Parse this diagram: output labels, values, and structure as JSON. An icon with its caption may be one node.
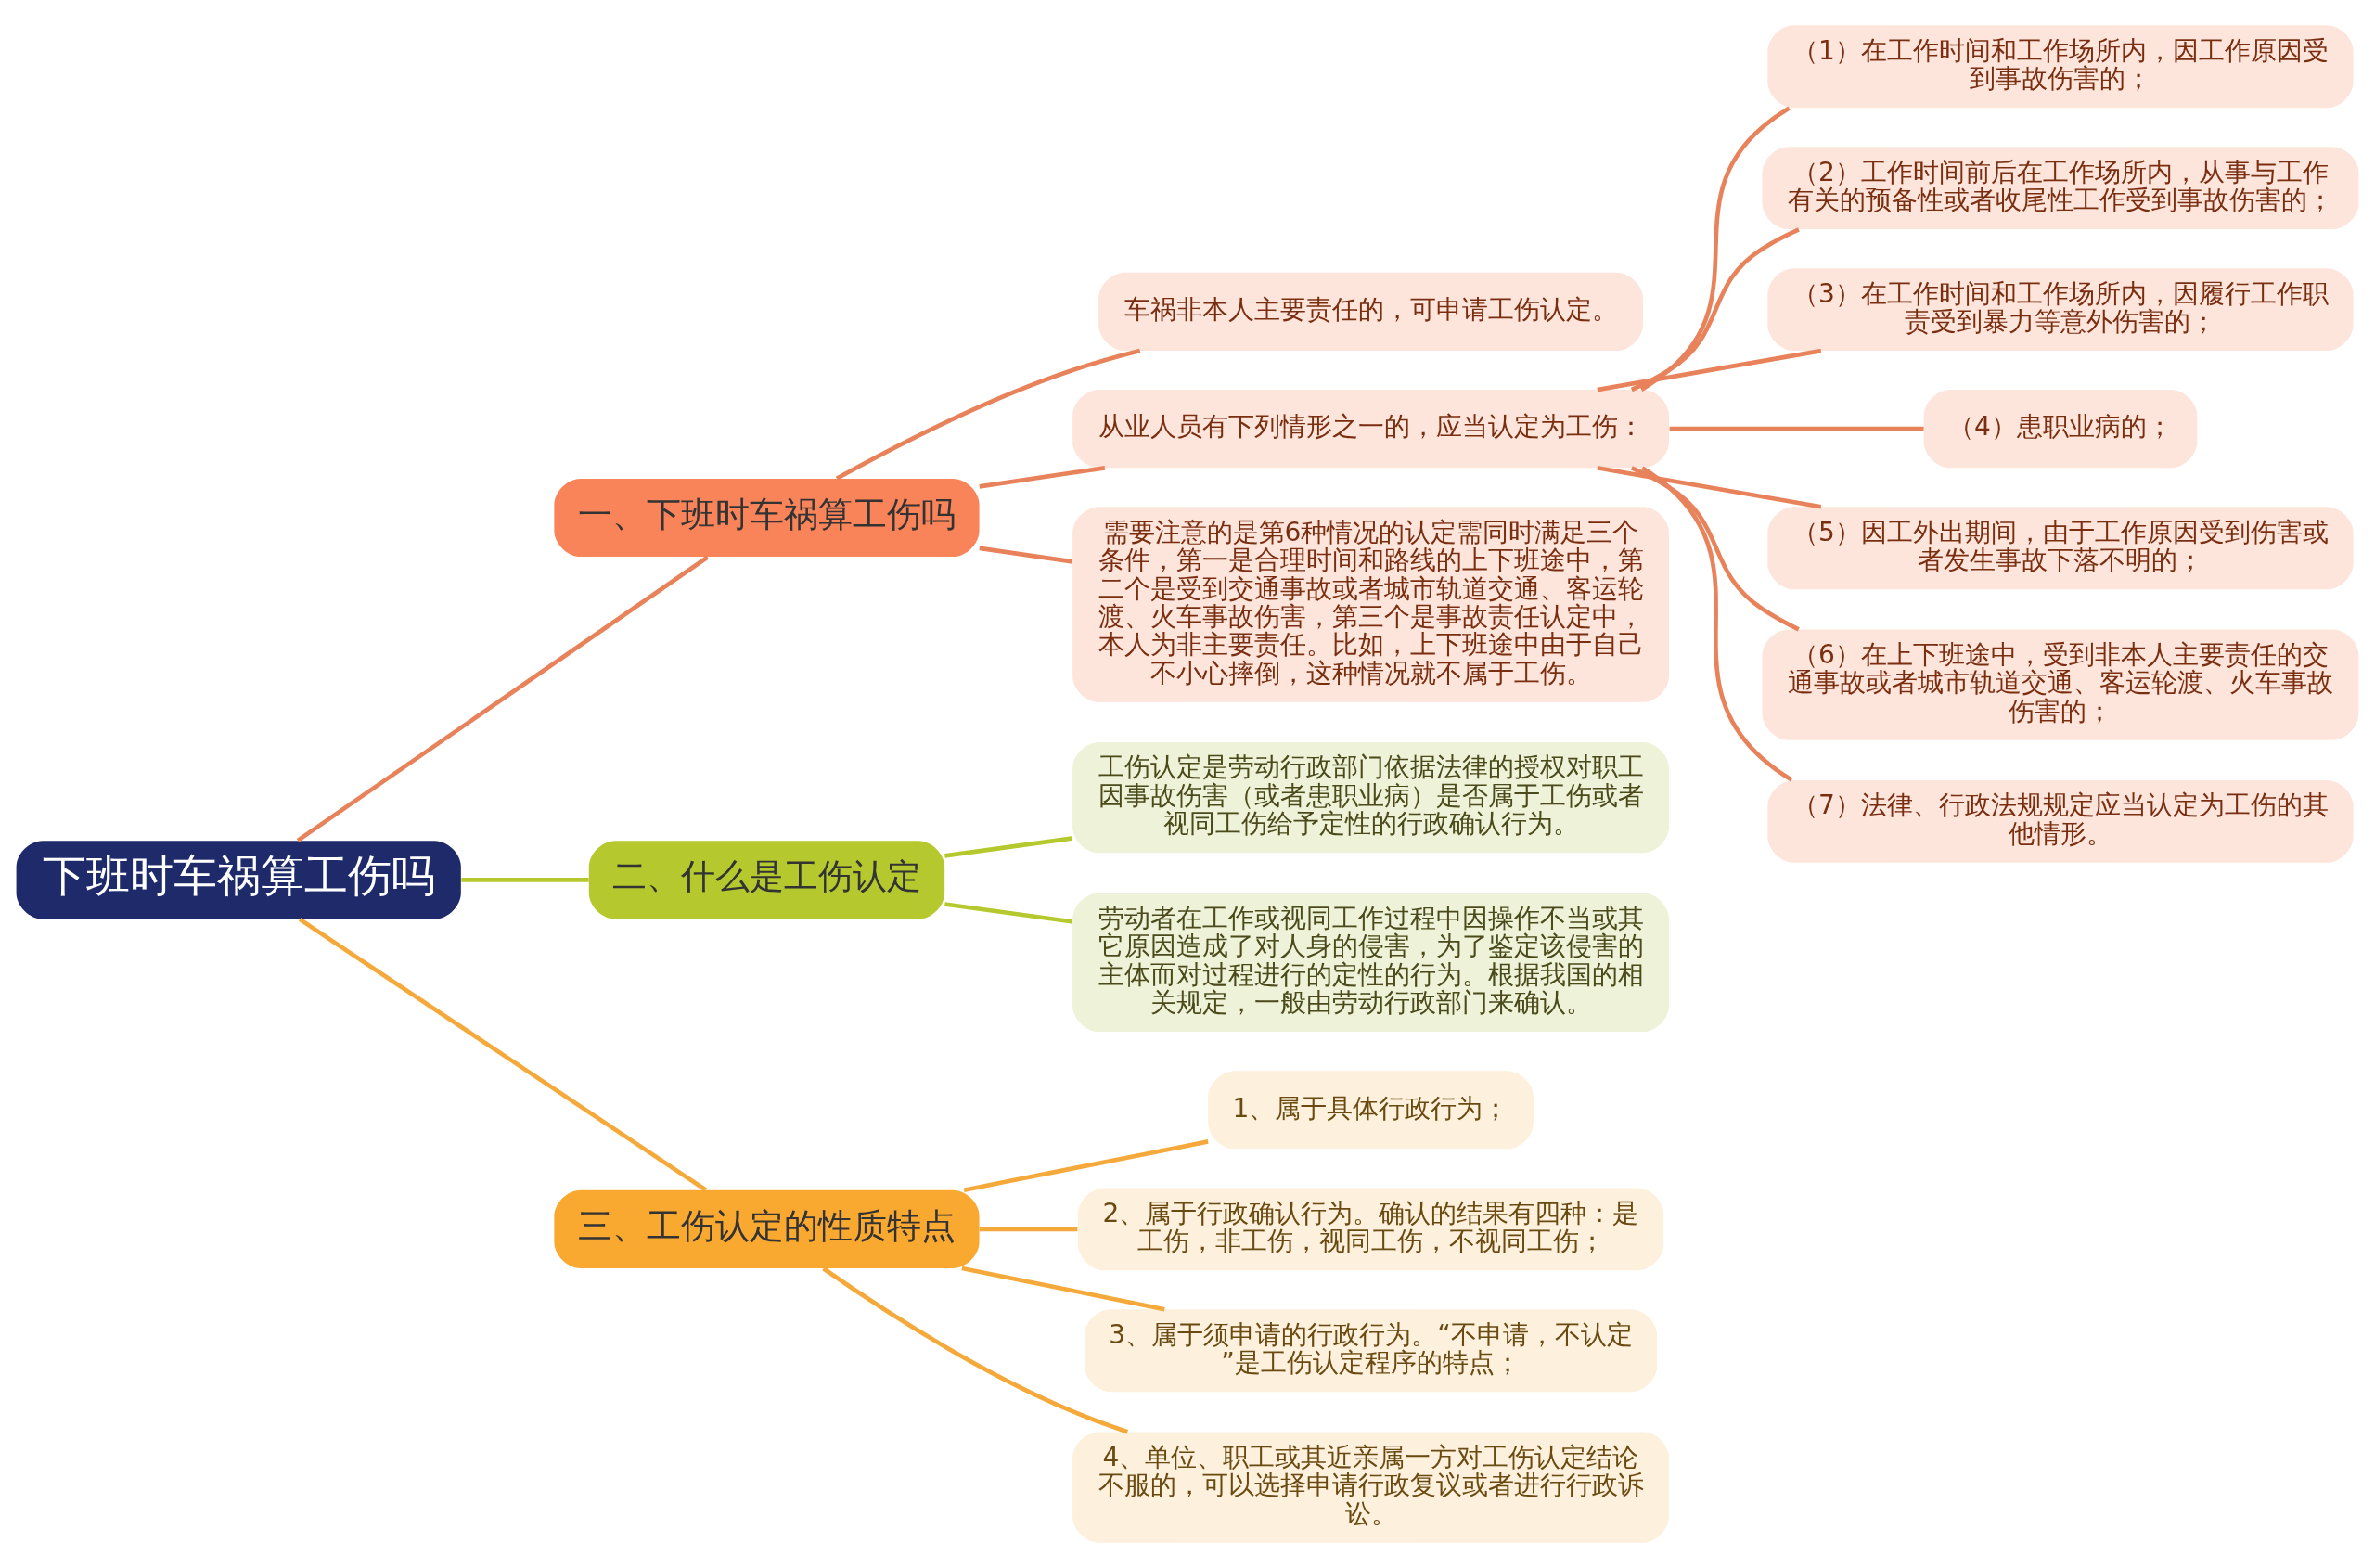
{
  "diagram": {
    "nodes": [
      {
        "text": [
          "下班时车祸算工伤吗"
        ]
      },
      {
        "text": [
          "一、下班时车祸算工伤吗"
        ]
      },
      {
        "text": [
          "车祸非本人主要责任的，可申请工伤认定。"
        ]
      },
      {
        "text": [
          "从业人员有下列情形之一的，应当认定为工伤："
        ]
      },
      {
        "text": [
          "（1）在工作时间和工作场所内，因工作原因受到事故伤害的；"
        ]
      },
      {
        "text": [
          "（2）工作时间前后在工作场所内，从事与工作有关的预备性或者收尾性工作受到事故伤害的；"
        ]
      },
      {
        "text": [
          "（3）在工作时间和工作场所内，因履行工作职责受到暴力等意外伤害的；"
        ]
      },
      {
        "text": [
          "（4）患职业病的；"
        ]
      },
      {
        "text": [
          "（5）因工外出期间，由于工作原因受到伤害或者发生事故下落不明的；"
        ]
      },
      {
        "text": [
          "（6）在上下班途中，受到非本人主要责任的交通事故或者城市轨道交通、客运轮渡、火车事故伤害的；"
        ]
      },
      {
        "text": [
          "（7）法律、行政法规规定应当认定为工伤的其他情形。"
        ]
      },
      {
        "text": [
          "需要注意的是第6种情况的认定需同时满足三个条件，第一是合理时间和路线的上下班途中，第二个是受到交通事故或者城市轨道交通、客运轮渡、火车事故伤害，第三个是事故责任认定中，本人为非主要责任。比如，上下班途中由于自己不小心摔倒，这种情况就不属于工伤。"
        ]
      },
      {
        "text": [
          "二、什么是工伤认定"
        ]
      },
      {
        "text": [
          "工伤认定是劳动行政部门依据法律的授权对职工因事故伤害（或者患职业病）是否属于工伤或者视同工伤给予定性的行政确认行为。"
        ]
      },
      {
        "text": [
          "劳动者在工作或视同工作过程中因操作不当或其它原因造成了对人身的侵害，为了鉴定该侵害的主体而对过程进行的定性的行为。根据我国的相关规定，一般由劳动行政部门来确认。"
        ]
      },
      {
        "text": [
          "三、工伤认定的性质特点"
        ]
      },
      {
        "text": [
          "1、属于具体行政行为；"
        ]
      },
      {
        "text": [
          "2、属于行政确认行为。确认的结果有四种：是工伤，非工伤，视同工伤，不视同工伤；"
        ]
      },
      {
        "text": [
          "3、属于须申请的行政行为。“不申请，不认定”是工伤认定程序的特点；"
        ]
      },
      {
        "text": [
          "4、单位、职工或其近亲属一方对工伤认定结论不服的，可以选择申请行政复议或者进行行政诉讼。"
        ]
      }
    ],
    "edges": [
      {
        "from": 0,
        "to": 1,
        "arrow": "none"
      },
      {
        "from": 1,
        "to": 2,
        "arrow": "none"
      },
      {
        "from": 1,
        "to": 3,
        "arrow": "none"
      },
      {
        "from": 3,
        "to": 4,
        "arrow": "none"
      },
      {
        "from": 3,
        "to": 5,
        "arrow": "none"
      },
      {
        "from": 3,
        "to": 6,
        "arrow": "none"
      },
      {
        "from": 3,
        "to": 7,
        "arrow": "none"
      },
      {
        "from": 3,
        "to": 8,
        "arrow": "none"
      },
      {
        "from": 3,
        "to": 9,
        "arrow": "none"
      },
      {
        "from": 3,
        "to": 10,
        "arrow": "none"
      },
      {
        "from": 1,
        "to": 11,
        "arrow": "none"
      },
      {
        "from": 0,
        "to": 12,
        "arrow": "none",
        "color": "#b5c92e"
      },
      {
        "from": 12,
        "to": 13,
        "arrow": "none",
        "color": "#b5c92e"
      },
      {
        "from": 12,
        "to": 14,
        "arrow": "none",
        "color": "#b5c92e"
      },
      {
        "from": 0,
        "to": 15,
        "arrow": "none",
        "color": "#f4a93a"
      },
      {
        "from": 15,
        "to": 16,
        "arrow": "none",
        "color": "#f4a93a"
      },
      {
        "from": 15,
        "to": 17,
        "arrow": "none",
        "color": "#f4a93a"
      },
      {
        "from": 15,
        "to": 18,
        "arrow": "none",
        "color": "#f4a93a"
      },
      {
        "from": 15,
        "to": 19,
        "arrow": "none",
        "color": "#f4a93a"
      }
    ]
  }
}
